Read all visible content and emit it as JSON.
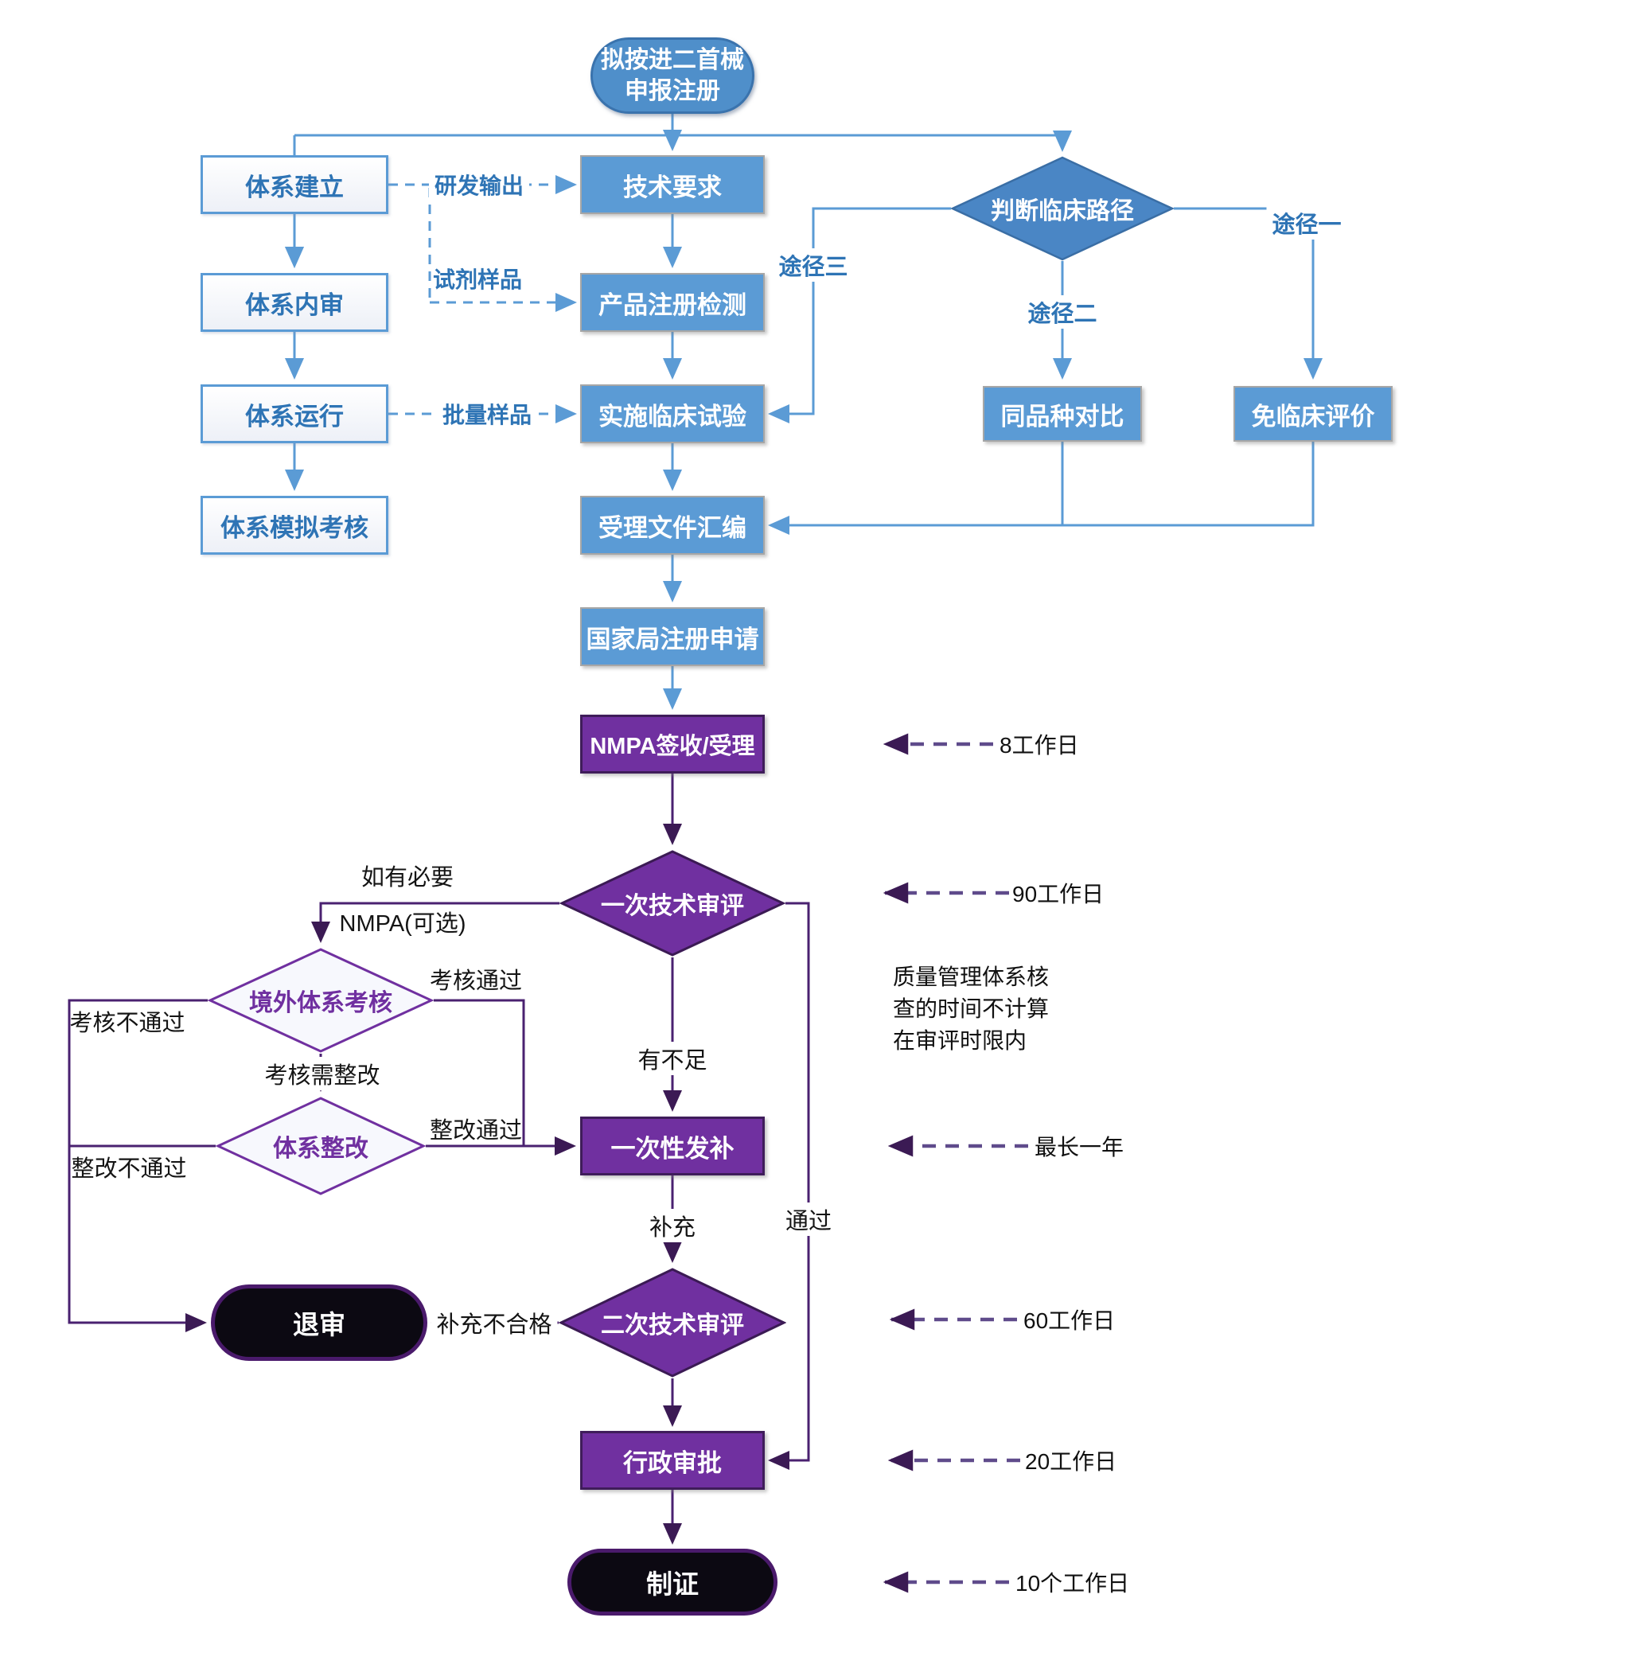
{
  "start": {
    "line1": "拟按进二首械",
    "line2": "申报注册"
  },
  "nodes": {
    "tixi_jianli": "体系建立",
    "tixi_neishen": "体系内审",
    "tixi_yunxing": "体系运行",
    "tixi_moni": "体系模拟考核",
    "jishu_yaoqiu": "技术要求",
    "chanpin_jiance": "产品注册检测",
    "shishi_linchuang": "实施临床试验",
    "shouli_huibian": "受理文件汇编",
    "guojiaju_shenqing": "国家局注册申请",
    "nmpa_qianshou": "NMPA签收/受理",
    "panduan_lujing": "判断临床路径",
    "tongpinzhong": "同品种对比",
    "mianlinchuang": "免临床评价",
    "yici_shenping": "一次技术审评",
    "jingwai_kaohe": "境外体系考核",
    "tixi_zhenggai": "体系整改",
    "yicixing_fabu": "一次性发补",
    "erci_shenping": "二次技术审评",
    "xingzheng_shenpi": "行政审批",
    "tuishen": "退审",
    "zhizheng": "制证"
  },
  "edge_labels": {
    "yanfa_shuchu": "研发输出",
    "shiji_yangpin": "试剂样品",
    "piliang_yangpin": "批量样品",
    "tujing_yi": "途径一",
    "tujing_er": "途径二",
    "tujing_san": "途径三",
    "ruyou_biyao": "如有必要",
    "nmpa_kexuan": "NMPA(可选)",
    "kaohe_tongguo": "考核通过",
    "kaohe_butongguo": "考核不通过",
    "kaohe_xuzhenggai": "考核需整改",
    "zhenggai_tongguo": "整改通过",
    "zhenggai_butongguo": "整改不通过",
    "youbuzu": "有不足",
    "buchong": "补充",
    "buchong_buhege": "补充不合格",
    "tongguo": "通过"
  },
  "durations": {
    "d8": "8工作日",
    "d90": "90工作日",
    "dmax1y": "最长一年",
    "d60": "60工作日",
    "d20": "20工作日",
    "d10": "10个工作日"
  },
  "note": {
    "line1": "质量管理体系核",
    "line2": "查的时间不计算",
    "line3": "在审评时限内"
  },
  "colors": {
    "node_blue": "#5b9bd5",
    "diamond_blue": "#4a86c5",
    "node_purple": "#7030a0",
    "line_blue": "#5b9bd5",
    "line_purple": "#4a2170",
    "terminal_black": "#0c0912"
  }
}
